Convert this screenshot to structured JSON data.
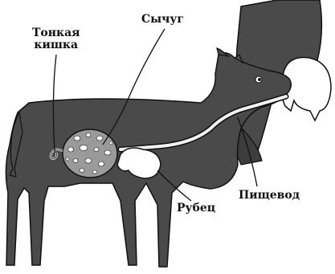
{
  "labels": {
    "abomasum": "Сычуг",
    "small_intestine_line1": "Тонкая",
    "small_intestine_line2": "кишка",
    "esophagus": "Пищевод",
    "rumen": "Рубец"
  },
  "colors": {
    "calf_body": "#4a4a4a",
    "cow_udder": "#ffffff",
    "esophagus_tube": "#f2f2f2",
    "abomasum_fill": "#9a9a9a",
    "rumen_fill": "#ffffff",
    "outline": "#111111"
  }
}
